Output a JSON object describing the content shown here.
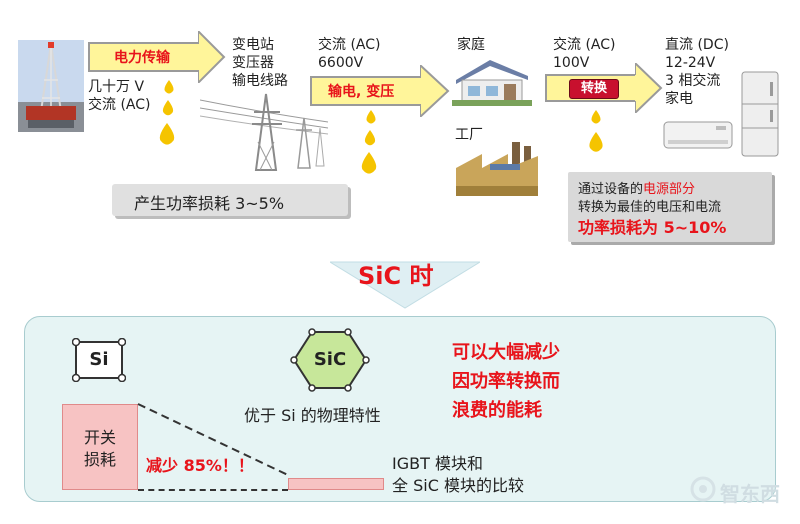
{
  "flow": {
    "arrow1_label": "电力传输",
    "plant_line1": "几十万 V",
    "plant_line2": "交流 (AC)",
    "substation_line1": "变电站",
    "substation_line2": "变压器",
    "substation_line3": "输电线路",
    "ac6600_line1": "交流 (AC)",
    "ac6600_line2": "6600V",
    "arrow2_label": "输电, 变压",
    "home_label": "家庭",
    "factory_label": "工厂",
    "ac100_line1": "交流 (AC)",
    "ac100_line2": "100V",
    "convert_label": "转换",
    "dc_line1": "直流 (DC)",
    "dc_line2": "12-24V",
    "dc_line3": "3 相交流",
    "dc_line4": "家电"
  },
  "loss_left": "产生功率损耗 3~5%",
  "loss_right": {
    "line1_prefix": "通过设备的",
    "line1_highlight": "电源部分",
    "line2": "转换为最佳的电压和电流",
    "line3": "功率损耗为 5~10%"
  },
  "sic_heading": "SiC 时",
  "compare": {
    "si_label": "Si",
    "sic_label": "SiC",
    "sic_caption": "优于 Si 的物理特性",
    "red_line1": "可以大幅减少",
    "red_line2": "因功率转换而",
    "red_line3": "浪费的能耗",
    "switch_loss_line1": "开关",
    "switch_loss_line2": "损耗",
    "reduce_label": "减少 85%！！",
    "igbt_line1": "IGBT 模块和",
    "igbt_line2": "全 SiC 模块的比较"
  },
  "watermark": "智东西",
  "colors": {
    "arrow_fill": "#fff59a",
    "red_text": "#e8141b",
    "panel_fill": "#e6f4f4",
    "hexagon_fill": "#c7e79a",
    "bar_fill": "#f7c3c3",
    "drop": "#f5c400"
  }
}
